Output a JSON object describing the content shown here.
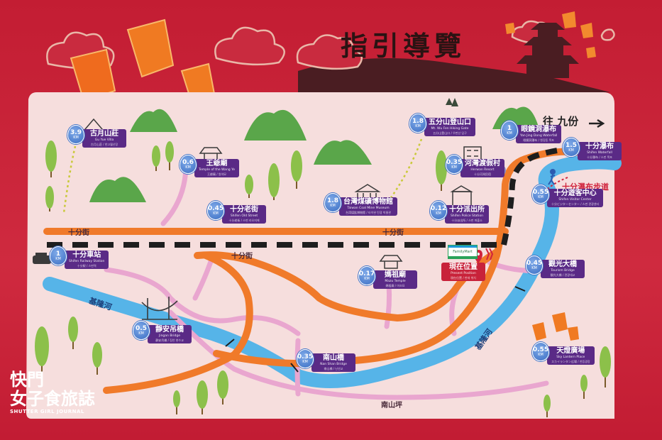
{
  "title": "指引導覽",
  "direction": {
    "label": "往 九份",
    "arrow": "→"
  },
  "trail_label": "十分瀑布步道",
  "roads": [
    {
      "label": "十分街"
    },
    {
      "label": "十分街"
    },
    {
      "label": "十分街"
    },
    {
      "label": "南山坪"
    }
  ],
  "river": {
    "label_left": "基隆河",
    "label_right": "基隆河"
  },
  "store": {
    "label": "FamilyMart"
  },
  "watermark": {
    "line1": "快門",
    "line2": "女子食旅誌",
    "line3": "SHUTTER GIRL JOURNAL"
  },
  "landmarks": [
    {
      "id": "guyue",
      "km": "3.9",
      "unit": "KM",
      "zh": "古月山莊",
      "en": "Gu Yue Villa",
      "sub": "古月山莊 / 한고월산장"
    },
    {
      "id": "wangye",
      "km": "0.6",
      "unit": "KM",
      "zh": "王爺廟",
      "en": "Temple of the Wang Ye",
      "sub": "王爺廟 / 왕야묘"
    },
    {
      "id": "oldstreet",
      "km": "0.45",
      "unit": "KM",
      "zh": "十分老街",
      "en": "Shifen Old Street",
      "sub": "十分老街 / 스펀 라오지에"
    },
    {
      "id": "station",
      "km": "1",
      "unit": "KM",
      "zh": "十分車站",
      "en": "Shifen Railway Station",
      "sub": "十分駅 / 스펀역"
    },
    {
      "id": "coalmuseum",
      "km": "1.8",
      "unit": "KM",
      "zh": "台灣煤礦博物館",
      "en": "Taiwan Coal Mine Museum",
      "sub": "台湾煤鉱博物館 / 타이완 탄광 박물관"
    },
    {
      "id": "wufen",
      "km": "1.8",
      "unit": "KM",
      "zh": "五分山登山口",
      "en": "Mt. Wu Fen Hiking Gate",
      "sub": "五分山登山口 / 우펀산 입구"
    },
    {
      "id": "resort",
      "km": "0.35",
      "unit": "KM",
      "zh": "河灣渡假村",
      "en": "Herwan Resort",
      "sub": "十分河灣民宿"
    },
    {
      "id": "police",
      "km": "0.12",
      "unit": "KM",
      "zh": "十分派出所",
      "en": "Shifen Police Station",
      "sub": "十分派出所 / 스펀 파출소"
    },
    {
      "id": "yanjing",
      "km": "1",
      "unit": "KM",
      "zh": "眼鏡洞瀑布",
      "en": "Yan Jing Dong Waterfall",
      "sub": "眼鏡洞瀑布 / 옌징동 폭포"
    },
    {
      "id": "waterfall",
      "km": "1.5",
      "unit": "KM",
      "zh": "十分瀑布",
      "en": "Shifen Waterfall",
      "sub": "十分瀑布 / 스펀 폭포"
    },
    {
      "id": "visitor",
      "km": "0.55",
      "unit": "KM",
      "zh": "十分遊客中心",
      "en": "Shifen Visitor Center",
      "sub": "十分ビジターセンター / 스펀 관광센터"
    },
    {
      "id": "mazu",
      "km": "0.17",
      "unit": "KM",
      "zh": "媽祖廟",
      "en": "Mazu Temple",
      "sub": "媽祖廟 / 마조묘"
    },
    {
      "id": "present",
      "km": "",
      "unit": "",
      "zh": "現在位置",
      "en": "Present Position",
      "sub": "現在位置 / 현재 위치"
    },
    {
      "id": "touristbridge",
      "km": "0.45",
      "unit": "KM",
      "zh": "觀光大橋",
      "en": "Tourism Bridge",
      "sub": "観光大橋 / 관광대교"
    },
    {
      "id": "jingan",
      "km": "0.5",
      "unit": "KM",
      "zh": "靜安吊橋",
      "en": "Jingan Bridge",
      "sub": "静安吊橋 / 징안 현수교"
    },
    {
      "id": "nanshan",
      "km": "0.35",
      "unit": "KM",
      "zh": "南山橋",
      "en": "Nan Shan Bridge",
      "sub": "南山橋 / 난산교"
    },
    {
      "id": "lantern",
      "km": "0.55",
      "unit": "KM",
      "zh": "天燈廣場",
      "en": "Sky Lantern Place",
      "sub": "スカイランタン広場 / 천등광장"
    }
  ]
}
